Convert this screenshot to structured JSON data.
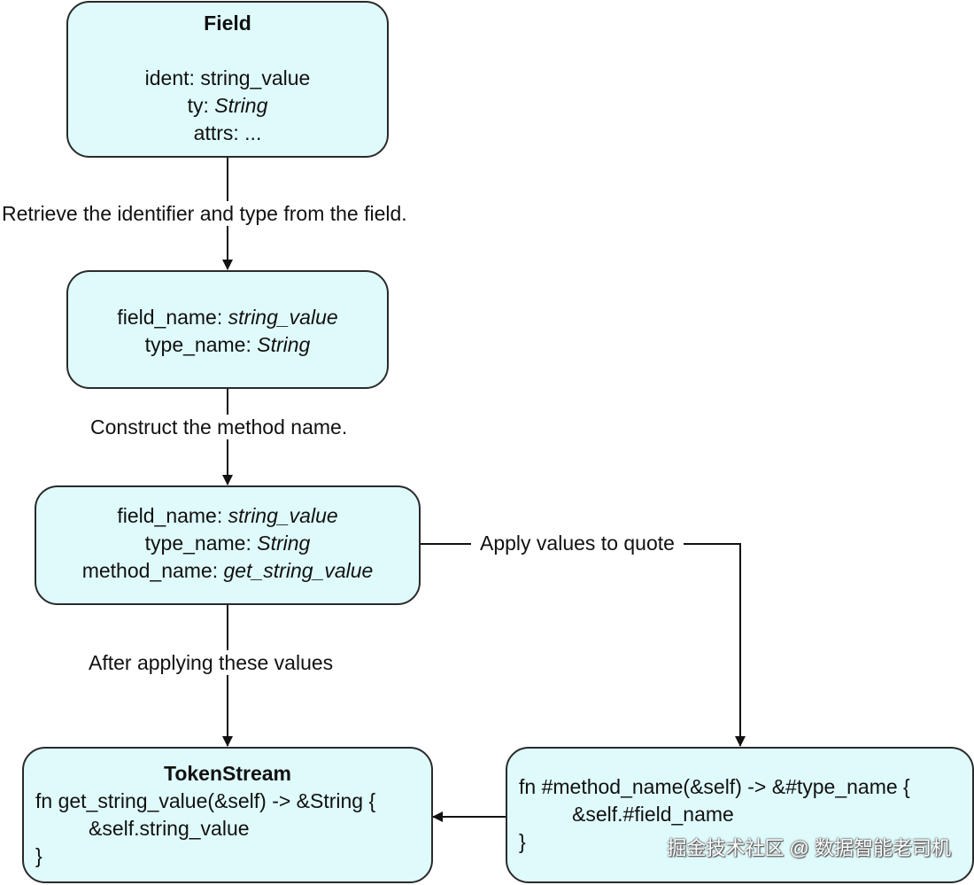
{
  "nodes": {
    "field": {
      "title": "Field",
      "ident_label": "ident: ",
      "ident_value": "string_value",
      "ty_label": "ty: ",
      "ty_value": "String",
      "attrs_label": "attrs: ..."
    },
    "names": {
      "field_name_label": "field_name: ",
      "field_name_value": "string_value",
      "type_name_label": "type_name: ",
      "type_name_value": "String"
    },
    "method": {
      "field_name_label": "field_name: ",
      "field_name_value": "string_value",
      "type_name_label": "type_name: ",
      "type_name_value": "String",
      "method_name_label": "method_name: ",
      "method_name_value": "get_string_value"
    },
    "quote": {
      "line1": "fn #method_name(&self) -> &#type_name {",
      "line2": "&self.#field_name",
      "line3": "}"
    },
    "token_stream": {
      "title": "TokenStream",
      "line1": "fn get_string_value(&self) -> &String {",
      "line2": "&self.string_value",
      "line3": "}"
    }
  },
  "edges": {
    "retrieve": "Retrieve the identifier and type from the field.",
    "construct": "Construct the method name.",
    "apply_quote": "Apply values to quote",
    "after_applying": "After applying these values"
  },
  "watermark": "掘金技术社区 @ 数据智能老司机"
}
